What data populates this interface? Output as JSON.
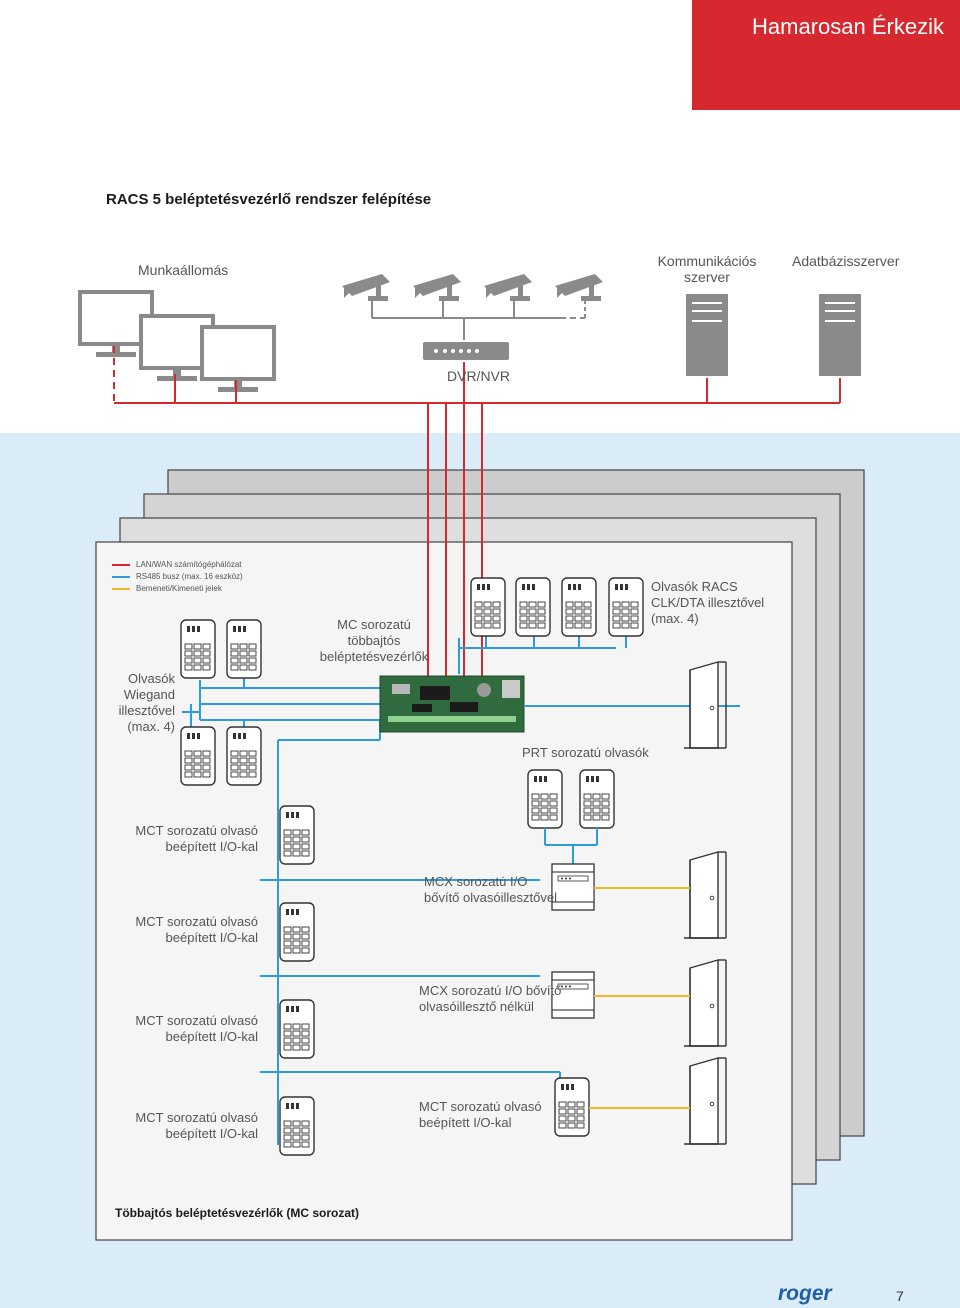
{
  "banner": {
    "text": "Hamarosan Érkezik",
    "color": "#d7282f"
  },
  "heading": "RACS 5 beléptetésvezérlő rendszer felépítése",
  "top": {
    "workstation": "Munkaállomás",
    "comm_server": "Kommunikációs\nszerver",
    "db_server": "Adatbázisszerver",
    "dvr": "DVR/NVR"
  },
  "legend": [
    {
      "text": "LAN/WAN számítógéphálózat",
      "color": "#d7282f"
    },
    {
      "text": "RS485 busz (max. 16 eszköz)",
      "color": "#2e9be0"
    },
    {
      "text": "Bemeneti/Kimeneti jelek",
      "color": "#f2b824"
    }
  ],
  "panel": {
    "wiegand_readers": "Olvasók\nWiegand\nillesztővel\n(max. 4)",
    "mc_controller": "MC sorozatú\ntöbbajtós\nbeléptetésvezérlők",
    "racs_readers": "Olvasók RACS\nCLK/DTA illesztővel\n(max. 4)",
    "prt_readers": "PRT sorozatú olvasók",
    "mct_1": "MCT sorozatú olvasó\nbeépített I/O-kal",
    "mct_2": "MCT sorozatú olvasó\nbeépített I/O-kal",
    "mct_3": "MCT sorozatú olvasó\nbeépített I/O-kal",
    "mct_4": "MCT sorozatú olvasó\nbeépített I/O-kal",
    "mcx_with_reader": "MCX sorozatú I/O\nbővítő olvasóillesztővel",
    "mcx_without_reader": "MCX sorozatú I/O bővítő\nolvasóillesztő nélkül",
    "mct_right": "MCT sorozatú olvasó\nbeépített I/O-kal",
    "footer": "Többajtós beléptetésvezérlők (MC sorozat)"
  },
  "colors": {
    "lan": "#d7282f",
    "rs485": "#2e9be0",
    "io": "#f2b824",
    "background_band": "#d9ecf7",
    "device": "#b0b0b0"
  },
  "logo": "roger",
  "page_number": "7"
}
